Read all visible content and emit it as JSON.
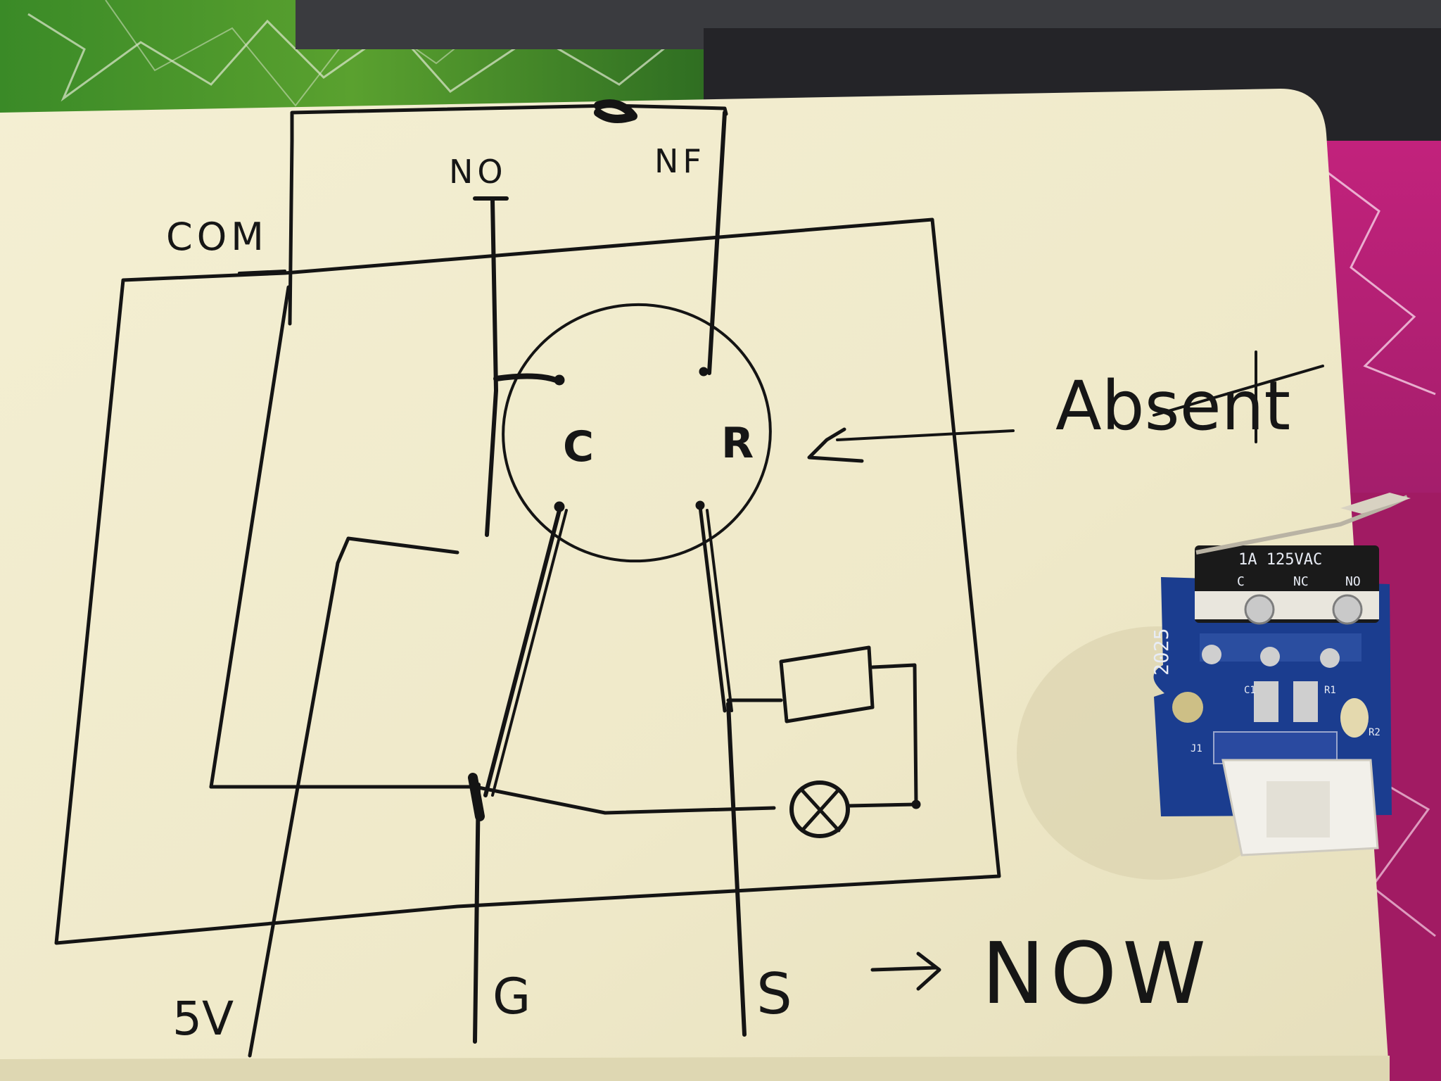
{
  "labels": {
    "com": "COM",
    "no": "NO",
    "nf": "NF",
    "c": "C",
    "r": "R",
    "absent": "Absent",
    "v5": "5V",
    "g": "G",
    "s": "S",
    "arrow": "→",
    "now": "NOW"
  },
  "switch_module": {
    "switch_text": "1A 125VAC",
    "pin_c": "C",
    "pin_nc": "NC",
    "pin_no": "NO",
    "board_year": "2025",
    "c1": "C1",
    "r1": "R1",
    "r2": "R2",
    "j1": "J1"
  },
  "colors": {
    "paper": "#f3eed0",
    "ink": "#141414",
    "pcb_blue": "#1b3d8f",
    "desk_green": "#3f8f2a",
    "desk_magenta": "#b0206e"
  }
}
